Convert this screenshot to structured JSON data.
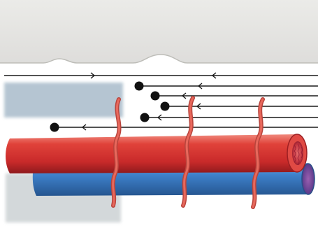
{
  "figure": {
    "kind": "anatomical illustration",
    "colors": {
      "tissue_top": "#e9e9e6",
      "tissue_edge": "#cfcfcb",
      "fiber": "#1a1a1a",
      "artery": "#d8322f",
      "artery_dark": "#a41f22",
      "artery_light": "#f07a6e",
      "vein": "#3d7fc9",
      "vein_dark": "#2a5a9c",
      "vein_lumen": "#7a4fa0",
      "connector": "#e05a50",
      "bluish_tissue": "#9fb4c4",
      "grey_tissue": "#cfd4d6"
    },
    "fibers_count": 6,
    "nerve_terminals_count": 5,
    "connectors_count": 3
  }
}
